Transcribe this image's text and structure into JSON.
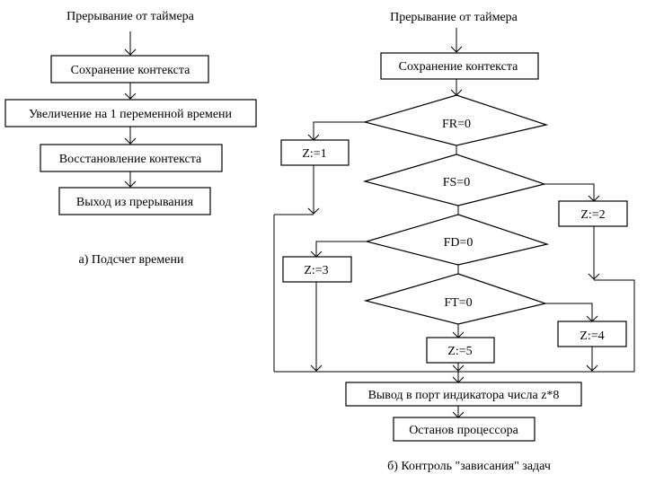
{
  "left_flowchart": {
    "start": "Прерывание от таймера",
    "steps": [
      "Сохранение контекста",
      "Увеличение на 1 переменной времени",
      "Восстановление контекста",
      "Выход из прерывания"
    ],
    "caption": "а) Подсчет времени"
  },
  "right_flowchart": {
    "start": "Прерывание от таймера",
    "save": "Сохранение контекста",
    "decisions": [
      "FR=0",
      "FS=0",
      "FD=0",
      "FT=0"
    ],
    "assignments": [
      "Z:=1",
      "Z:=2",
      "Z:=3",
      "Z:=4",
      "Z:=5"
    ],
    "output": "Вывод в порт индикатора числа z*8",
    "halt": "Останов процессора",
    "caption": "б) Контроль \"зависания\" задач"
  }
}
